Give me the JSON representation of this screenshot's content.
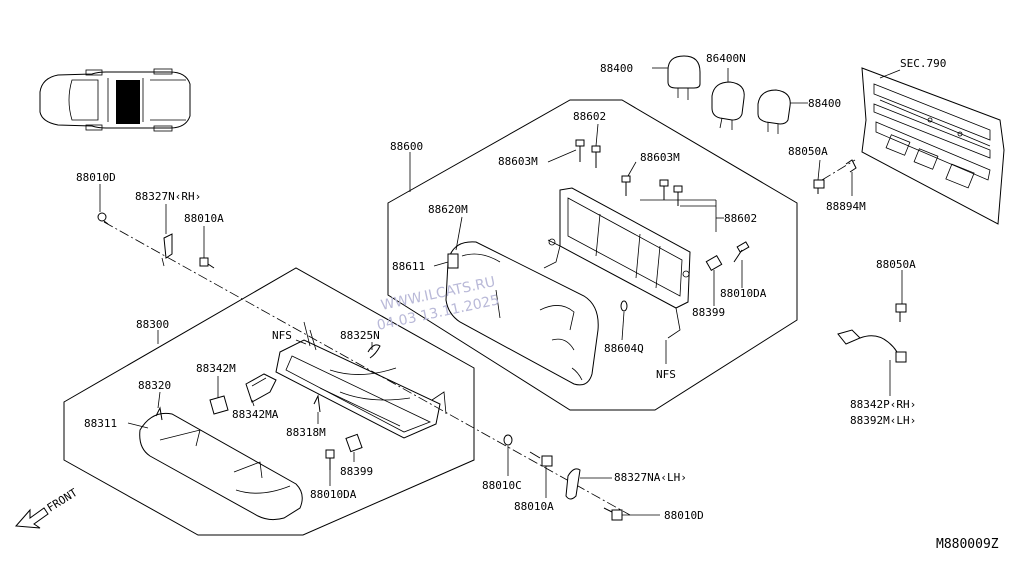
{
  "diagram": {
    "code": "M880009Z",
    "front_label": "FRONT",
    "watermark_line1": "WWW.ILCATS.RU",
    "watermark_line2": "04.03 13.11.2025"
  },
  "callouts": {
    "p88400_a": "88400",
    "p86400n": "86400N",
    "sec790": "SEC.790",
    "p88400_b": "88400",
    "p88602_top": "88602",
    "p88600": "88600",
    "p88603m_a": "88603M",
    "p88603m_b": "88603M",
    "p88050a_top": "88050A",
    "p88894m": "88894M",
    "p88010d_top": "88010D",
    "p88327n_rh": "88327N‹RH›",
    "p88010a_top": "88010A",
    "p88620m": "88620M",
    "p88602_mid": "88602",
    "p88611": "88611",
    "p88010da_right": "88010DA",
    "p88050a_mid": "88050A",
    "p88399_right": "88399",
    "p88300": "88300",
    "nfs_left": "NFS",
    "p88325n": "88325N",
    "p88604q": "88604Q",
    "nfs_right": "NFS",
    "p88342m": "88342M",
    "p88320": "88320",
    "p88342ma": "88342MA",
    "p88311": "88311",
    "p88318m": "88318M",
    "p88342p_rh": "88342P‹RH›",
    "p88392m_lh": "88392M‹LH›",
    "p88399_left": "88399",
    "p88327na_lh": "88327NA‹LH›",
    "p88010c": "88010C",
    "p88010da_left": "88010DA",
    "p88010a_bottom": "88010A",
    "p88010d_bottom": "88010D"
  }
}
